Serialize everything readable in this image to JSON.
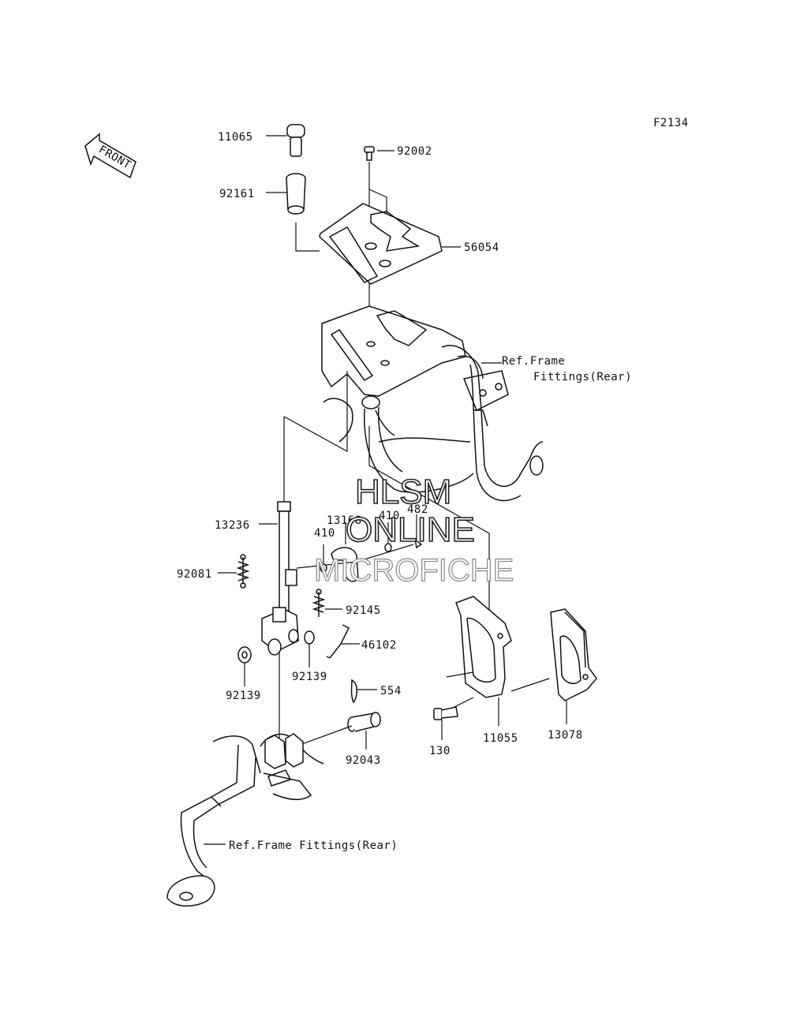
{
  "diagram_id": "F2134",
  "front_label": "FRONT",
  "watermark": {
    "line1": "HLSM",
    "line2": "ONLINE",
    "line3": "MICROFICHE"
  },
  "refs": {
    "frame_upper_line1": "Ref.Frame",
    "frame_upper_line2": "Fittings(Rear)",
    "frame_lower": "Ref.Frame Fittings(Rear)"
  },
  "parts": {
    "p11065": "11065",
    "p92002": "92002",
    "p92161": "92161",
    "p56054": "56054",
    "p13236": "13236",
    "p13168": "13168",
    "p410a": "410",
    "p410b": "410",
    "p482": "482",
    "p92081": "92081",
    "p92145": "92145",
    "p46102": "46102",
    "p92139a": "92139",
    "p92139b": "92139",
    "p554": "554",
    "p92043": "92043",
    "p130": "130",
    "p11055": "11055",
    "p13078": "13078"
  }
}
